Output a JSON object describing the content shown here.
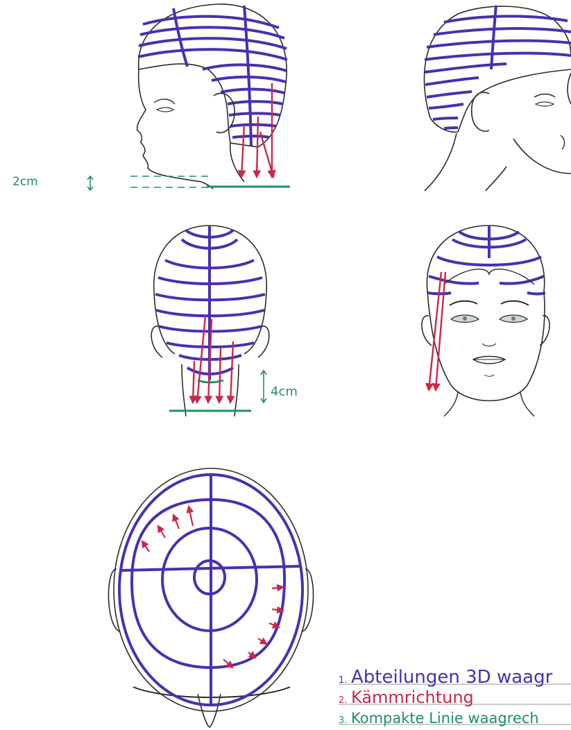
{
  "colors": {
    "purple": "#4a2fb0",
    "red": "#c8284a",
    "green": "#1f8f5f",
    "ink": "#2a2a2a",
    "rule": "#9a9a9a"
  },
  "measurements": {
    "side_gap": "2cm",
    "back_gap": "4cm"
  },
  "legend": [
    {
      "num": "1.",
      "text": "Abteilungen 3D waagr"
    },
    {
      "num": "2.",
      "text": "Kämmrichtung"
    },
    {
      "num": "3.",
      "text": "Kompakte Linie waagrech"
    }
  ]
}
